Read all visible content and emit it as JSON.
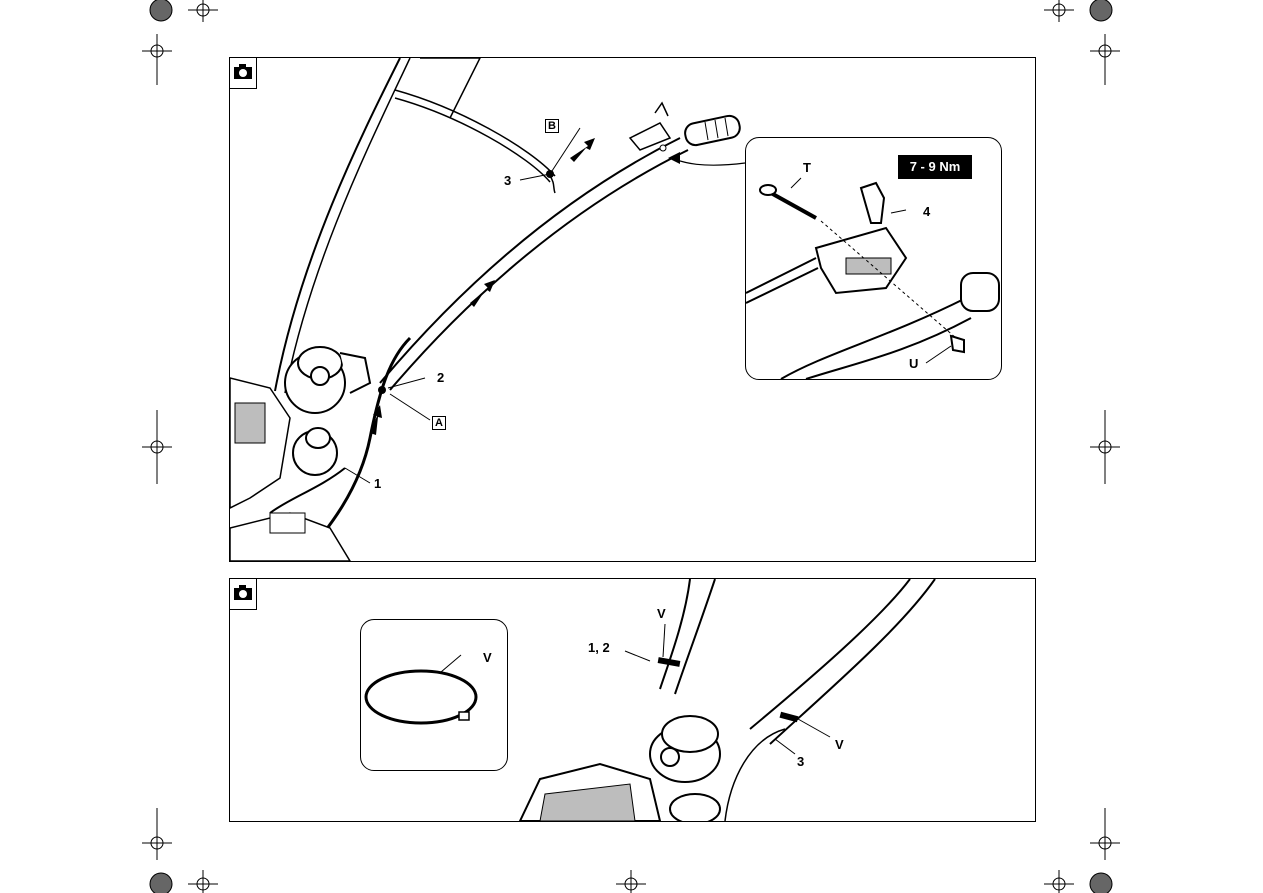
{
  "figure1": {
    "labels": {
      "cable_1": "1",
      "handle_2": "2",
      "cable_3": "3",
      "lever_4": "4",
      "bolt_T": "T",
      "nut_U": "U",
      "point_A": "A",
      "point_B": "B"
    },
    "torque": "7 - 9 Nm",
    "camera_icon": "camera-icon"
  },
  "figure2": {
    "labels": {
      "tie_detail_V": "V",
      "tie_upper_V": "V",
      "tie_lower_V": "V",
      "handles_1_2": "1, 2",
      "cable_3": "3"
    },
    "camera_icon": "camera-icon"
  },
  "colors": {
    "ink": "#000000",
    "paper": "#ffffff",
    "shade": "#bdbdbd"
  }
}
